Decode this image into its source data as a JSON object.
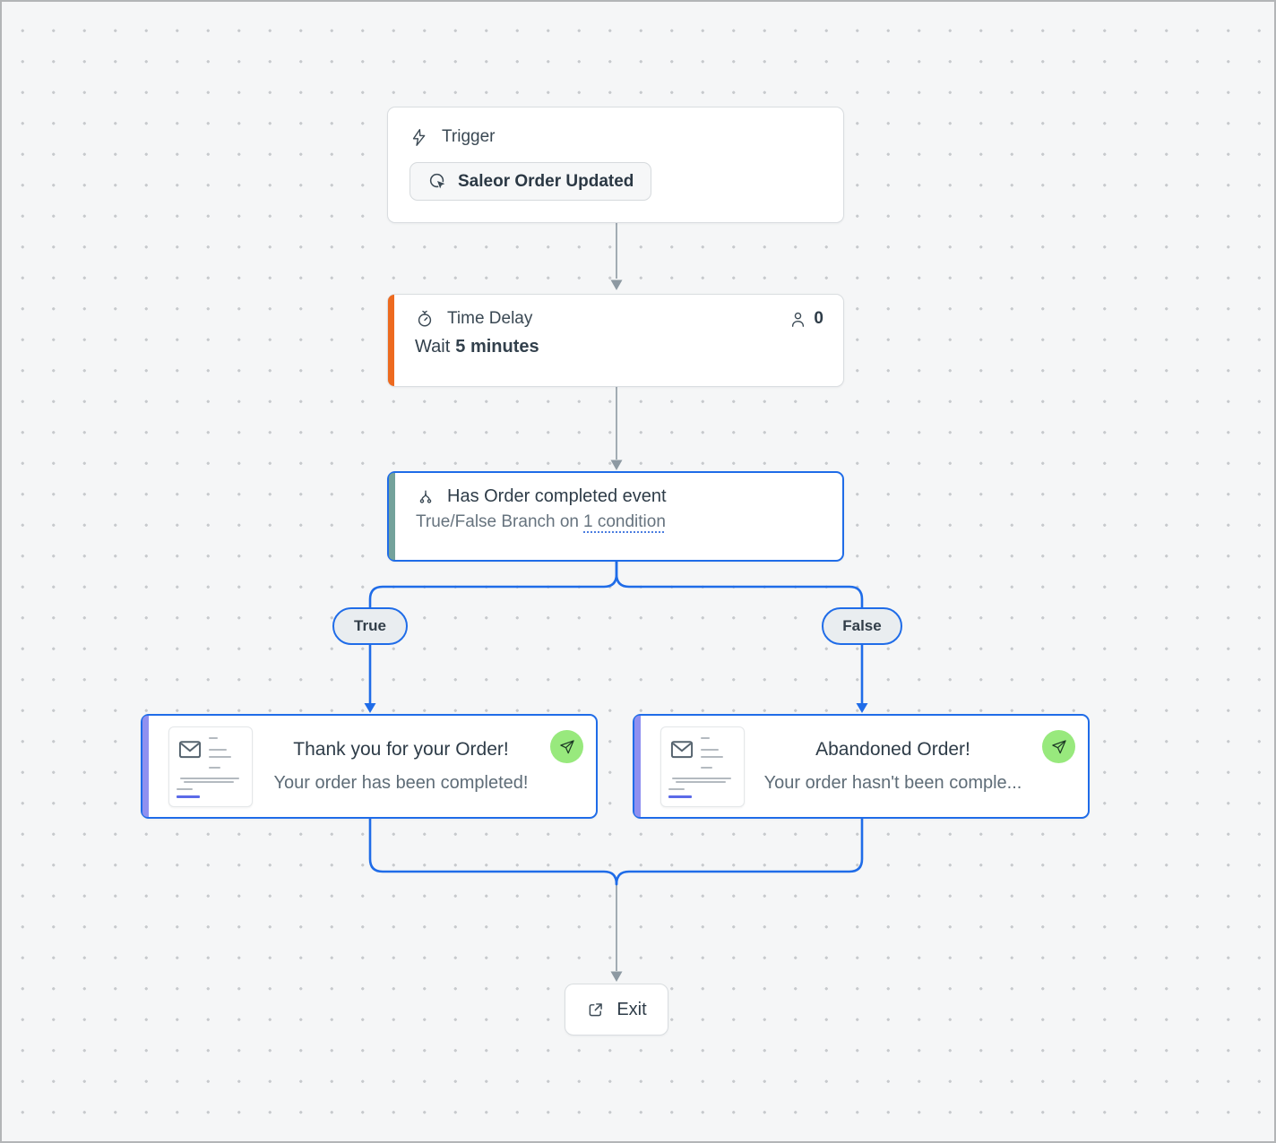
{
  "flow": {
    "trigger": {
      "title": "Trigger",
      "event_button": "Saleor Order Updated"
    },
    "time_delay": {
      "title": "Time Delay",
      "enrolled_count": "0",
      "wait_prefix": "Wait",
      "wait_value": "5 minutes"
    },
    "condition": {
      "title": "Has Order completed event",
      "subtitle_prefix": "True/False Branch on",
      "subtitle_link": "1 condition"
    },
    "branch_labels": {
      "true": "True",
      "false": "False"
    },
    "email_true": {
      "title": "Thank you for your Order!",
      "subtitle": "Your order has been completed!"
    },
    "email_false": {
      "title": "Abandoned Order!",
      "subtitle": "Your order hasn't been comple..."
    },
    "exit": {
      "label": "Exit"
    },
    "icons": {
      "trigger": "lightning-bolt",
      "trigger_event": "cursor-click",
      "time_delay": "stopwatch",
      "enrolled": "person",
      "condition": "branch-split",
      "email_preview": "envelope",
      "email_status": "paper-plane-send",
      "exit": "external-link"
    },
    "colors": {
      "edge_blue": "#1f6ce8",
      "delay_accent_orange": "#ed6a1f",
      "condition_accent_teal": "#74a29b",
      "email_accent_purple": "#8f90f0",
      "send_badge_green": "#98e97d",
      "edge_gray": "#8d99a2"
    }
  }
}
